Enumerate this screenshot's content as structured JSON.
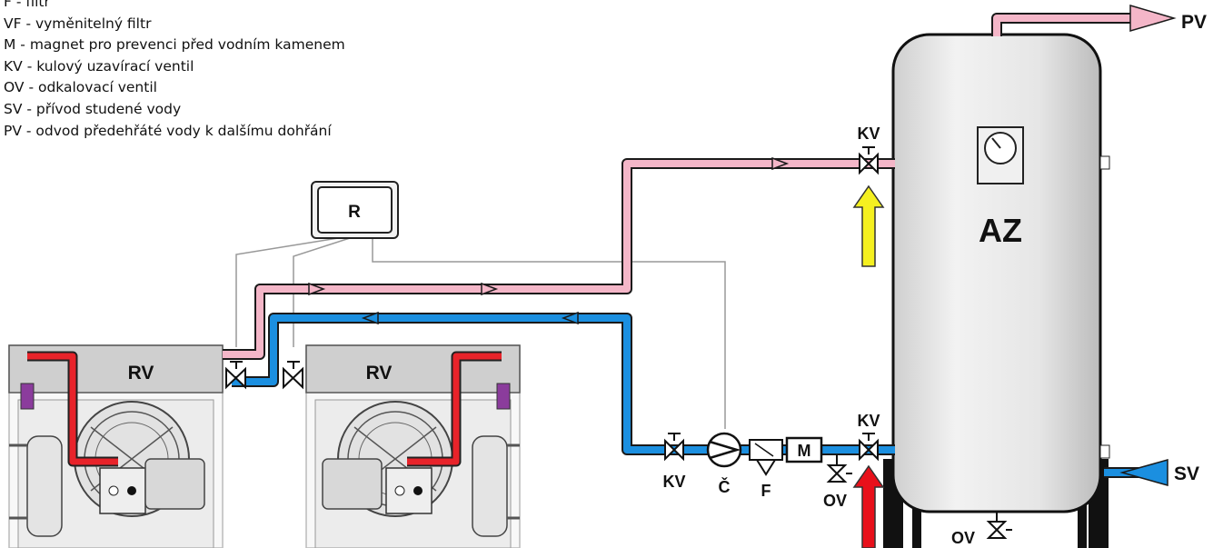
{
  "legend": [
    "F - filtr",
    "VF - vyměnitelný filtr",
    "M - magnet pro prevenci před vodním kamenem",
    "KV - kulový uzavírací ventil",
    "OV - odkalovací ventil",
    "SV - přívod studené vody",
    "PV - odvod předehřáté vody k dalšímu dohřání"
  ],
  "labels": {
    "pv": "PV",
    "sv": "SV",
    "kv_top": "KV",
    "kv_mid": "KV",
    "kv_left": "KV",
    "c": "Č",
    "f": "F",
    "m": "M",
    "ov_mid": "OV",
    "ov_bottom": "OV",
    "az": "AZ",
    "r": "R",
    "rv_left": "RV",
    "rv_right": "RV"
  },
  "colors": {
    "hot_pipe": "#f4b6c8",
    "cold_pipe": "#1b8fe0",
    "refrigerant": "#e8232a",
    "tank": "#dedede",
    "yellow_arrow": "#f5f020",
    "red_arrow": "#e8101a"
  }
}
